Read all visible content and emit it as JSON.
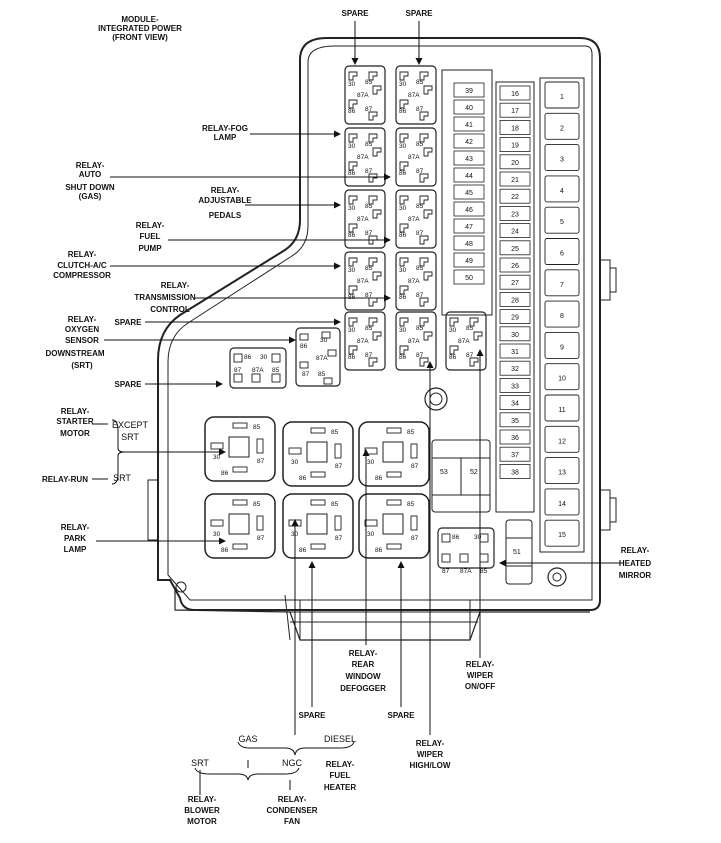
{
  "title": [
    "MODULE-",
    "INTEGRATED POWER",
    "(FRONT VIEW)"
  ],
  "top_labels": [
    "SPARE",
    "SPARE"
  ],
  "left_labels": {
    "fog": [
      "RELAY-FOG",
      "LAMP"
    ],
    "asd": [
      "RELAY-",
      "AUTO",
      "SHUT DOWN",
      "(GAS)"
    ],
    "adj": [
      "RELAY-",
      "ADJUSTABLE",
      "PEDALS"
    ],
    "fuel": [
      "RELAY-",
      "FUEL",
      "PUMP"
    ],
    "clutch": [
      "RELAY-",
      "CLUTCH-A/C",
      "COMPRESSOR"
    ],
    "trans": [
      "RELAY-",
      "TRANSMISSION",
      "CONTROL"
    ],
    "spare1": "SPARE",
    "o2": [
      "RELAY-",
      "OXYGEN",
      "SENSOR",
      "DOWNSTREAM",
      "(SRT)"
    ],
    "spare2": "SPARE",
    "starter": [
      "RELAY-",
      "STARTER",
      "MOTOR"
    ],
    "except": [
      "EXCEPT",
      "SRT"
    ],
    "run": "RELAY-RUN",
    "srt": "SRT",
    "park": [
      "RELAY-",
      "PARK",
      "LAMP"
    ]
  },
  "right_labels": {
    "heated": [
      "RELAY-",
      "HEATED",
      "MIRROR"
    ],
    "wiper_onoff": [
      "RELAY-",
      "WIPER",
      "ON/OFF"
    ]
  },
  "bottom_labels": {
    "rear": [
      "RELAY-",
      "REAR",
      "WINDOW",
      "DEFOGGER"
    ],
    "spare_a": "SPARE",
    "spare_b": "SPARE",
    "wiper_hl": [
      "RELAY-",
      "WIPER",
      "HIGH/LOW"
    ],
    "gas": "GAS",
    "diesel": "DIESEL",
    "srt": "SRT",
    "ngc": "NGC",
    "fuel_heater": [
      "RELAY-",
      "FUEL",
      "HEATER"
    ],
    "blower": [
      "RELAY-",
      "BLOWER",
      "MOTOR"
    ],
    "condenser": [
      "RELAY-",
      "CONDENSER",
      "FAN"
    ]
  },
  "pins": {
    "p30": "30",
    "p85": "85",
    "p86": "86",
    "p87": "87",
    "p87a": "87A"
  },
  "fuses_col1": [
    "39",
    "40",
    "41",
    "42",
    "43",
    "44",
    "45",
    "46",
    "47",
    "48",
    "49",
    "50"
  ],
  "fuses_col2": [
    "16",
    "17",
    "18",
    "19",
    "20",
    "21",
    "22",
    "23",
    "24",
    "25",
    "26",
    "27",
    "28",
    "29",
    "30",
    "31",
    "32",
    "33",
    "34",
    "35",
    "36",
    "37",
    "38"
  ],
  "cartridges": [
    "1",
    "2",
    "3",
    "4",
    "5",
    "6",
    "7",
    "8",
    "9",
    "10",
    "11",
    "12",
    "13",
    "14",
    "15"
  ],
  "aux_fuses": [
    "53",
    "52",
    "51"
  ]
}
